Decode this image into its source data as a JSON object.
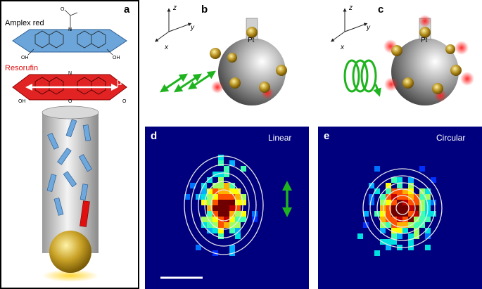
{
  "panels": {
    "a": {
      "letter": "a",
      "amplex_label": "Amplex red",
      "resorufin_label": "Resorufin",
      "mu": "μ",
      "oh_left_1": "OH",
      "oh_right_1": "OH",
      "oh_left_2": "OH",
      "o_right_2": "O",
      "o_ring": "O",
      "n_ring_1": "N",
      "n_ring_2": "N",
      "o_carbonyl": "O"
    },
    "b": {
      "letter": "b",
      "pt": "Pt",
      "axis_z": "z",
      "axis_y": "y",
      "axis_x": "x"
    },
    "c": {
      "letter": "c",
      "pt": "Pt",
      "axis_z": "z",
      "axis_y": "y",
      "axis_x": "x"
    },
    "d": {
      "letter": "d",
      "label": "Linear"
    },
    "e": {
      "letter": "e",
      "label": "Circular"
    }
  },
  "colors": {
    "amplex_blue": "#5b9bd5",
    "resorufin_red": "#e01010",
    "arrow_green": "#1fb41f",
    "heatmap_bg": "#00007f",
    "gold": "#c9a227"
  },
  "icons": [
    "double-arrow-icon",
    "circular-polarization-icon",
    "scale-bar"
  ]
}
